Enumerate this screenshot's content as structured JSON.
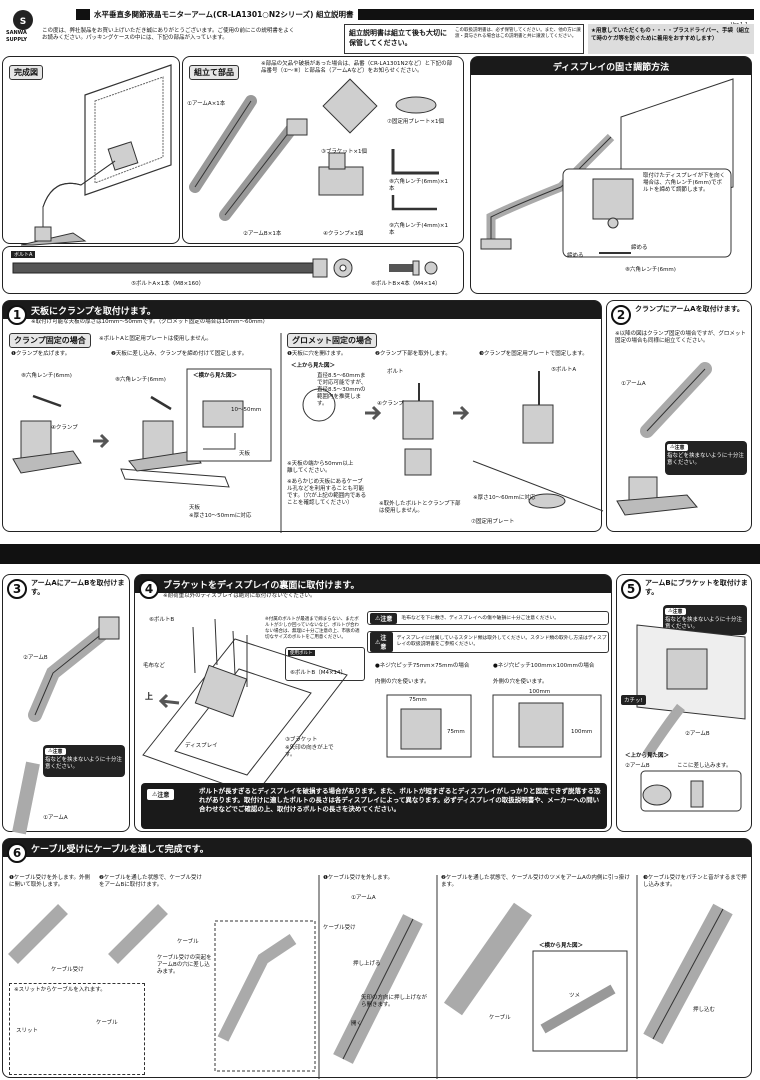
{
  "header": {
    "logo": "SANWA SUPPLY",
    "title": "水平垂直多関節液晶モニターアーム(CR-LA1301○N2シリーズ) 組立説明書",
    "version": "Ver.1.1",
    "intro": "この度は、弊社製品をお買い上げいただき誠にありがとうございます。ご使用の前にこの説明書をよくお読みください。パッキングケースの中には、下記の部品が入っています。",
    "keep_notice": "組立説明書は組立て後も大切に保管してください。",
    "keep_sub": "この取扱説明書は、必ず保管してください。また、他の方に譲渡・貸与される場合はこの説明書と共に譲渡してください。",
    "prep_notice": "★用意していただくもの・・・・プラスドライバー、手袋（組立て時のケガ等を防ぐために着用をおすすめします）"
  },
  "complete": {
    "label": "完成図"
  },
  "parts": {
    "label": "組立て部品",
    "note": "※部品の欠品や破損があった場合は、品番（CR-LA1301N2など）と下記の部品番号（①～⑧）と部品名（アームAなど）をお知らせください。",
    "items": [
      "①アームA×1本",
      "②アームB×1本",
      "③ブラケット×1個",
      "④クランプ×1個",
      "⑦固定用プレート×1個",
      "⑧六角レンチ(6mm)×1本",
      "⑨六角レンチ(4mm)×1本",
      "⑤ボルトA×1本（M8×160）",
      "⑥ボルトB×4本（M4×14）"
    ],
    "bolt_tag": "ボルトA"
  },
  "adjust": {
    "title": "ディスプレイの固さ調節方法",
    "desc": "取付けたディスプレイが下を向く場合は、六角レンチ(6mm)でボルトを締めて調節します。",
    "tighten": "締める",
    "tighten2": "締める",
    "wrench": "⑧六角レンチ(6mm)"
  },
  "step1": {
    "num": "1",
    "title": "天板にクランプを取付けます。",
    "sub": "※取付け可能な天板の厚さは10mm～50mmです。（グロメット固定の場合は10mm～60mm）",
    "clamp_tag": "クランプ固定の場合",
    "clamp_note": "※ボルトAと固定用プレートは使用しません。",
    "c1": "❶クランプを広げます。",
    "c2": "❷天板に差し込み、クランプを締め付けて固定します。",
    "wrench_a": "⑧六角レンチ(6mm)",
    "wrench_b": "⑧六角レンチ(6mm)",
    "clamp_label": "④クランプ",
    "side_view": "＜横から見た図＞",
    "range": "10～50mm",
    "board": "天板",
    "board2": "天板",
    "thickness": "※厚さ10～50mmに対応",
    "grommet_tag": "グロメット固定の場合",
    "g1": "❶天板に穴を開けます。",
    "g2": "❷クランプ下部を取外します。",
    "g3": "❸クランプを固定用プレートで固定します。",
    "top_view": "＜上から見た図＞",
    "hole_desc": "直径8.5～60mmまで対応可能ですが、直径8.5～30mmの範囲内を推奨します。",
    "edge": "※天板の端から50mm以上離してください。",
    "cable_hole": "※あらかじめ天板にあるケーブル孔などを利用することも可能です。（穴が上記の範囲内であることを確認してください）",
    "bolt": "ボルト",
    "clamp2": "④クランプ",
    "bolt_a": "⑤ボルトA",
    "remove_note": "※取外したボルトとクランプ下部は使用しません。",
    "g_thick": "※厚さ10～60mmに対応",
    "plate": "⑦固定用プレート"
  },
  "step2": {
    "num": "2",
    "title": "クランプにアームAを取付けます。",
    "note": "※以降の図はクランプ固定の場合ですが、グロメット固定の場合も同様に組立てください。",
    "arm": "①アームA",
    "caution": "注意",
    "caution_text": "指などを挟まないように十分注意ください。"
  },
  "step3": {
    "num": "3",
    "title": "アームAにアームBを取付けます。",
    "arm_b": "②アームB",
    "arm_a": "①アームA",
    "caution": "注意",
    "caution_text": "指などを挟まないように十分注意ください。"
  },
  "step4": {
    "num": "4",
    "title": "ブラケットをディスプレイの裏面に取付けます。",
    "sub": "※耐荷重以外のディスプレイは絶対に取付けないでください。",
    "bolt_b": "⑥ボルトB",
    "cloth": "毛布など",
    "up": "上",
    "display": "ディスプレイ",
    "bracket": "③ブラケット",
    "bracket_note": "※矢印の向きが上です。",
    "bolt_note": "※付属のボルトが最適まで締まらない、またボルトが少しか回っていないなど、ボルトが合わない場合は、無理に十分ご注意の上、市販の適切なサイズのボルトをご用意ください。",
    "bolt_use": "使用ボルト",
    "bolt_spec": "⑥ボルトB（M4×14）",
    "caution1": "注意",
    "caution1_text": "毛布などを下に敷き、ディスプレイへの傷や破損に十分ご注意ください。",
    "caution2": "注意",
    "caution2_text": "ディスプレイに付属しているスタンド類は取外してください。スタンド類の取外し方法はディスプレイの取扱説明書をご参照ください。",
    "pitch75_title": "●ネジ穴ピッチ75mm×75mmの場合",
    "pitch75_sub": "内側の穴を使います。",
    "pitch75_w": "75mm",
    "pitch75_h": "75mm",
    "pitch100_title": "●ネジ穴ピッチ100mm×100mmの場合",
    "pitch100_sub": "外側の穴を使います。",
    "pitch100_w": "100mm",
    "pitch100_h": "100mm",
    "warn": "注意",
    "warn_text": "ボルトが長すぎるとディスプレイを破損する場合があります。また、ボルトが短すぎるとディスプレイがしっかりと固定できず脱落する恐れがあります。取付けに適したボルトの長さは各ディスプレイによって異なります。必ずディスプレイの取扱説明書や、メーカーへの問い合わせなどでご確認の上、取付けるボルトの長さを決めてください。"
  },
  "step5": {
    "num": "5",
    "title": "アームBにブラケットを取付けます。",
    "caution": "注意",
    "caution_text": "指などを挟まないように十分注意ください。",
    "click": "カチッ!",
    "arm_b": "②アームB",
    "top_view": "＜上から見た図＞",
    "arm_b2": "②アームB",
    "insert": "ここに差し込みます。"
  },
  "step6": {
    "num": "6",
    "title": "ケーブル受けにケーブルを通して完成です。",
    "a1": "❶ケーブル受けを外します。外側に開いて取外します。",
    "a_label": "ケーブル受け",
    "a2": "❷ケーブルを通した状態で、ケーブル受けをアームBに取付けます。",
    "a2_cable": "ケーブル",
    "a2_note": "ケーブル受けの突起をアームBの穴に差し込みます。",
    "slit_title": "※スリットからケーブルを入れます。",
    "slit": "スリット",
    "slit_cable": "ケーブル",
    "b1": "❶ケーブル受けを外します。",
    "b1_arm": "①アームA",
    "b1_recv": "ケーブル受け",
    "b1_push": "押し上げる",
    "b1_note": "矢印の方向に押し上げながら開きます。",
    "b1_open": "開く",
    "b2": "❷ケーブルを通した状態で、ケーブル受けのツメをアームAの内側に引っ掛けます。",
    "b2_side": "＜横から見た図＞",
    "b2_claw": "ツメ",
    "b2_cable": "ケーブル",
    "b3": "❸ケーブル受けをパチンと音がするまで押し込みます。",
    "b3_push": "押し込む"
  }
}
